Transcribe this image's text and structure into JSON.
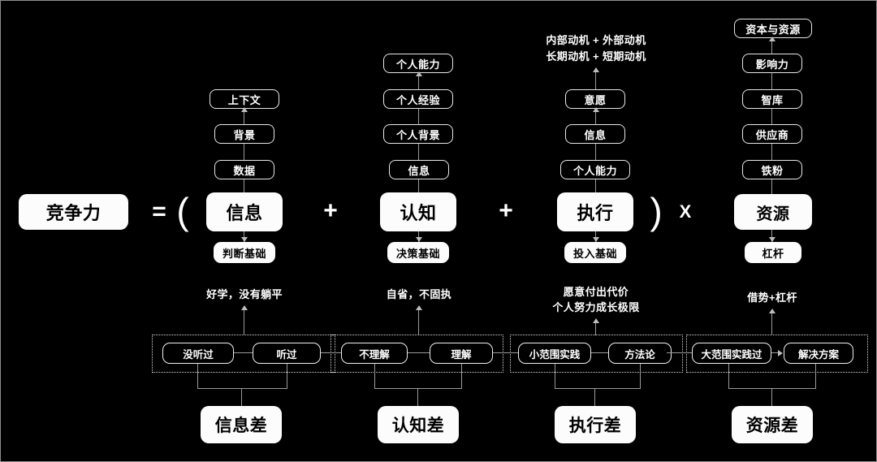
{
  "diagram": {
    "title_box": {
      "label": "竞争力"
    },
    "operators": {
      "equals": "=",
      "paren_open": "(",
      "plus_1": "+",
      "plus_2": "+",
      "paren_close": ")",
      "times": "X"
    },
    "columns": [
      {
        "key": "information",
        "main": "信息",
        "stack": [
          "上下文",
          "背景",
          "数据"
        ],
        "footer": "判断基础",
        "annotation": "好学，没有躺平",
        "chips": [
          "没听过",
          "听过"
        ],
        "gap_box": "信息差",
        "chip_arrow": false
      },
      {
        "key": "cognition",
        "main": "认知",
        "stack": [
          "个人能力",
          "个人经验",
          "个人背景",
          "信息"
        ],
        "footer": "决策基础",
        "annotation": "自省，不固执",
        "chips": [
          "不理解",
          "理解"
        ],
        "gap_box": "认知差",
        "chip_arrow": false
      },
      {
        "key": "execution",
        "main": "执行",
        "stack": [
          "意愿",
          "信息",
          "个人能力"
        ],
        "footer": "投入基础",
        "top_note_line1": "内部动机 + 外部动机",
        "top_note_line2": "长期动机 + 短期动机",
        "annotation_line1": "愿意付出代价",
        "annotation_line2": "个人努力成长极限",
        "chips": [
          "小范围实践",
          "方法论"
        ],
        "gap_box": "执行差",
        "chip_arrow": false
      },
      {
        "key": "resources",
        "main": "资源",
        "stack": [
          "资本与资源",
          "影响力",
          "智库",
          "供应商",
          "铁粉"
        ],
        "footer": "杠杆",
        "annotation": "借势+杠杆",
        "chips": [
          "大范围实践过",
          "解决方案"
        ],
        "gap_box": "资源差",
        "chip_arrow": true
      }
    ],
    "colors": {
      "background": "#000000",
      "stroke": "#e8e8e8",
      "connector": "#9a9a9a",
      "fill": "#fcfcfc",
      "text_on_dark": "#ffffff",
      "text_on_light": "#000000"
    }
  }
}
